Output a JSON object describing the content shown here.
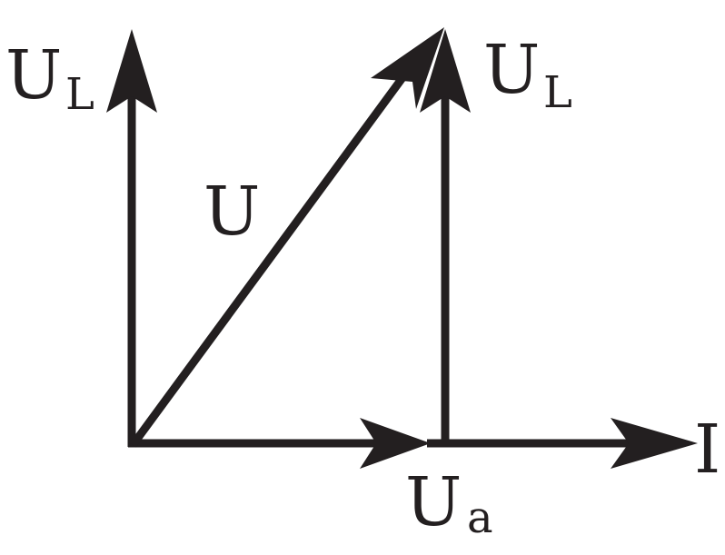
{
  "diagram": {
    "type": "phasor-diagram",
    "color": "#231f20",
    "labels": {
      "ul_left_main": "U",
      "ul_left_sub": "L",
      "ul_right_main": "U",
      "ul_right_sub": "L",
      "u": "U",
      "ua_main": "U",
      "ua_sub": "a",
      "i": "I"
    }
  }
}
